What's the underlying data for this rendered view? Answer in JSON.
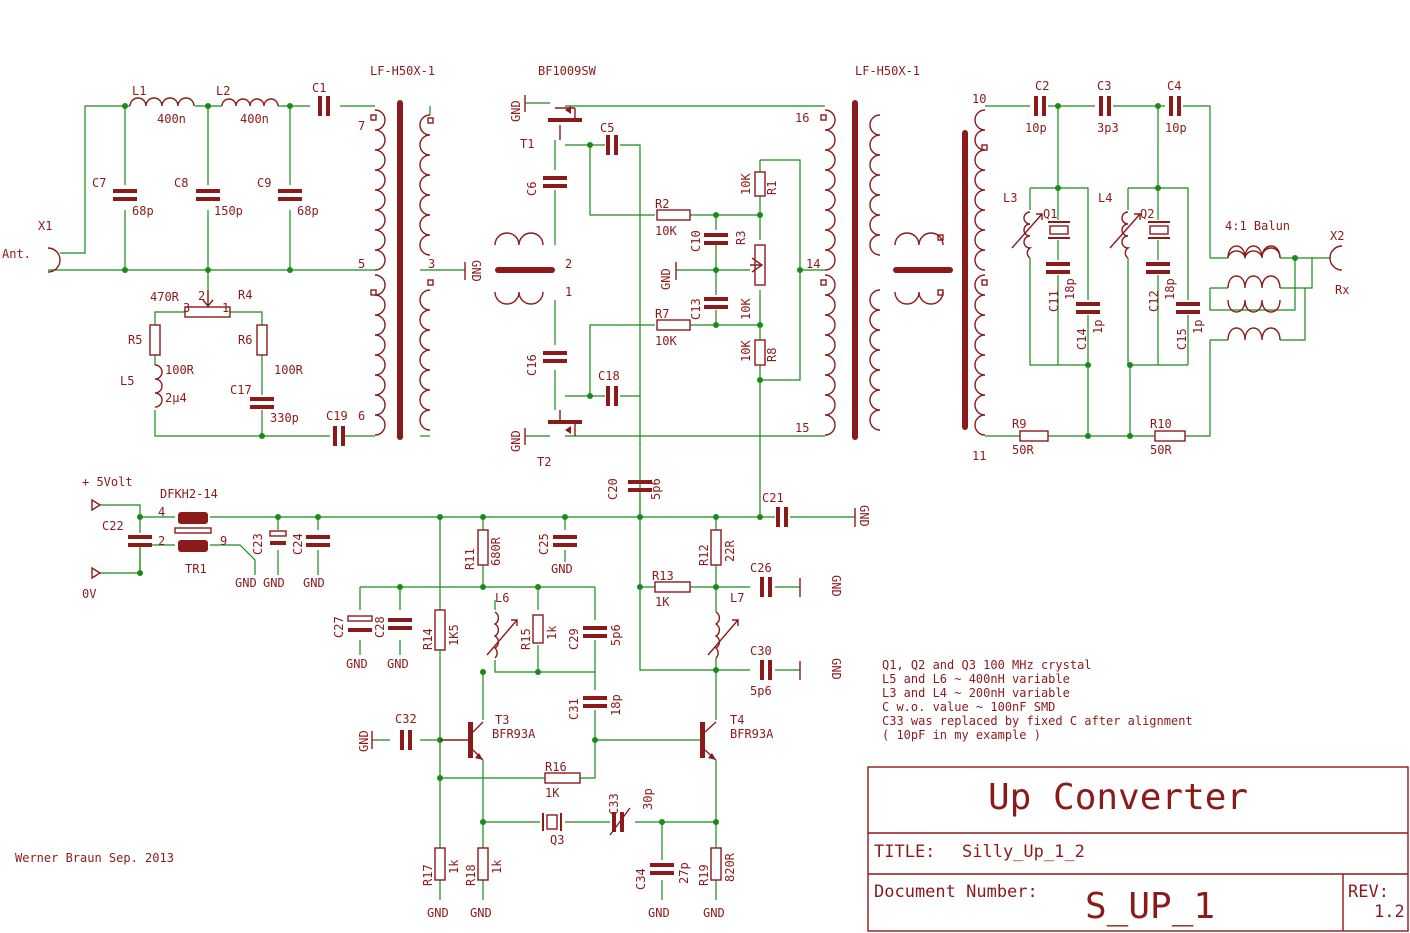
{
  "title_block": {
    "heading": "Up Converter",
    "title_label": "TITLE:",
    "title_value": "Silly_Up_1_2",
    "docnum_label": "Document Number:",
    "docnum_value": "S_UP_1",
    "rev_label": "REV:",
    "rev_value": "1.2"
  },
  "author": "Werner Braun Sep. 2013",
  "notes": [
    "Q1, Q2 and Q3 100 MHz crystal",
    "L5 and L6 ~ 400nH variable",
    "L3 and L4 ~ 200nH variable",
    "C w.o. value ~ 100nF SMD",
    "C33 was  replaced by fixed C after alignment",
    "( 10pF in my example )"
  ],
  "parts": {
    "L1": "L1",
    "L1v": "400n",
    "L2": "L2",
    "L2v": "400n",
    "C1": "C1",
    "C7": "C7",
    "C7v": "68p",
    "C8": "C8",
    "C8v": "150p",
    "C9": "C9",
    "C9v": "68p",
    "X1": "X1",
    "ant": "Ant.",
    "R4": "R4",
    "R4v": "470R",
    "R5": "R5",
    "R5v": "100R",
    "R6": "R6",
    "R6v": "100R",
    "L5": "L5",
    "L5v": "2μ4",
    "C17": "C17",
    "C17v": "330p",
    "C19": "C19",
    "TX1": "LF-H50X-1",
    "TX2": "LF-H50X-1",
    "BF": "BF1009SW",
    "T1": "T1",
    "T2": "T2",
    "C5": "C5",
    "C6": "C6",
    "C16": "C16",
    "C18": "C18",
    "R2": "R2",
    "R2v": "10K",
    "R7": "R7",
    "R7v": "10K",
    "R1": "R1",
    "R1v": "10K",
    "R3": "R3",
    "R3v": "10K",
    "R8": "R8",
    "R8v": "10K",
    "C10": "C10",
    "C13": "C13",
    "C20": "C20",
    "C20v": "5p6",
    "C21": "C21",
    "C2": "C2",
    "C2v": "10p",
    "C3": "C3",
    "C3v": "3p3",
    "C4": "C4",
    "C4v": "10p",
    "L3": "L3",
    "L4": "L4",
    "Q1": "Q1",
    "Q2": "Q2",
    "C11": "C11",
    "C11v": "18p",
    "C12": "C12",
    "C12v": "18p",
    "C14": "C14",
    "C14v": "1p",
    "C15": "C15",
    "C15v": "1p",
    "R9": "R9",
    "R9v": "50R",
    "R10": "R10",
    "R10v": "50R",
    "balun": "4:1 Balun",
    "X2": "X2",
    "rx": "Rx",
    "p5v": "+ 5Volt",
    "p0v": "0V",
    "choke": "DFKH2-14",
    "TR1": "TR1",
    "C22": "C22",
    "C23": "C23",
    "C24": "C24",
    "C25": "C25",
    "R11": "R11",
    "R11v": "680R",
    "R12": "R12",
    "R12v": "22R",
    "R13": "R13",
    "R13v": "1K",
    "C26": "C26",
    "L7": "L7",
    "C30": "C30",
    "C30v": "5p6",
    "C27": "C27",
    "C28": "C28",
    "R14": "R14",
    "R14v": "1K5",
    "L6": "L6",
    "R15": "R15",
    "R15v": "1k",
    "C29": "C29",
    "C29v": "5p6",
    "C31": "C31",
    "C31v": "18p",
    "C32": "C32",
    "T3": "T3",
    "T3v": "BFR93A",
    "T4": "T4",
    "T4v": "BFR93A",
    "R16": "R16",
    "R16v": "1K",
    "Q3": "Q3",
    "C33": "C33",
    "C33v": "30p",
    "C34": "C34",
    "C34v": "27p",
    "R17": "R17",
    "R17v": "1k",
    "R18": "R18",
    "R18v": "1k",
    "R19": "R19",
    "R19v": "820R",
    "gnd": "GND"
  },
  "pins": {
    "p7": "7",
    "p5": "5",
    "p6": "6",
    "p3": "3",
    "p2": "2",
    "p1": "1",
    "p16": "16",
    "p14": "14",
    "p15": "15",
    "p10": "10",
    "p11": "11",
    "p4": "4",
    "p9": "9"
  },
  "colors": {
    "part": "#8b1a1a",
    "wire": "#1a8a1a",
    "background": "#ffffff"
  }
}
